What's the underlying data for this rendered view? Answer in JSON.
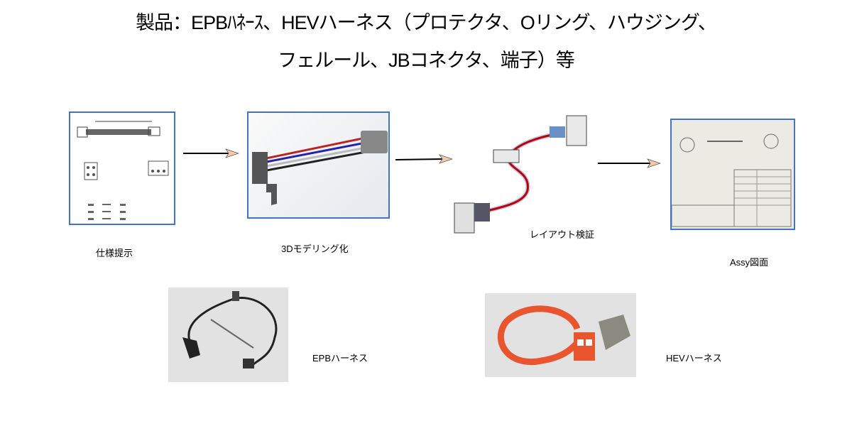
{
  "title": {
    "line1": "製品：EPBﾊﾈｰｽ、HEVハーネス（プロテクタ、Oリング、ハウジング、",
    "line2": "フェルール、JBコネクタ、端子）等"
  },
  "steps": [
    {
      "label": "仕様提示"
    },
    {
      "label": "3Dモデリング化"
    },
    {
      "label": "レイアウト検証"
    },
    {
      "label": "Assy図面"
    }
  ],
  "products": [
    {
      "label": "EPBハーネス"
    },
    {
      "label": "HEVハーネス"
    }
  ],
  "colors": {
    "border": "#4472c4",
    "arrowhead": "#f4c7a8",
    "hev_orange": "#e8552e",
    "wire_red": "#c00000"
  }
}
